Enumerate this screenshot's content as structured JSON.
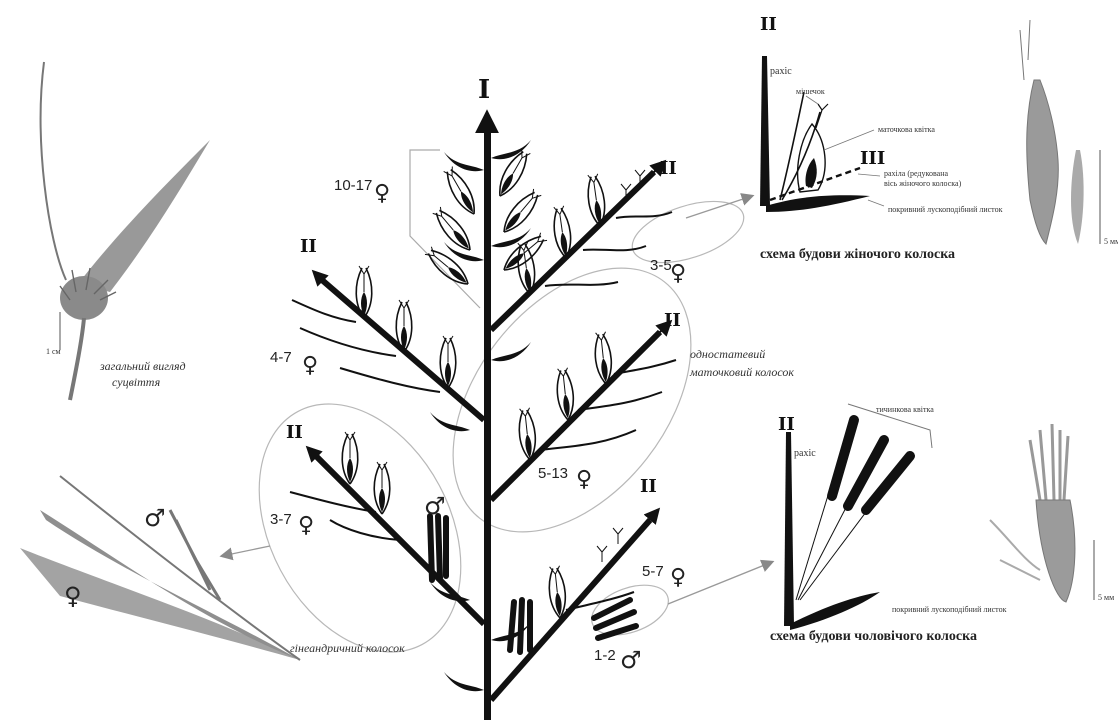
{
  "labels": {
    "axis_main": "I",
    "axis_secondary": "II",
    "axis_tertiary": "III"
  },
  "counts": {
    "top": "10-17",
    "branch_upper_right": "3-5",
    "branch_left": "4-7",
    "branch_center": "5-13",
    "branch_lower_left": "3-7",
    "branch_lower_right": "5-7",
    "branch_bottom": "1-2"
  },
  "symbols": {
    "female": "♀",
    "male": "♂"
  },
  "annotations": {
    "one_sex_female": [
      "одностатевий",
      "маточковий колосок"
    ],
    "gynandric": "гінеандричний колосок",
    "general_view": [
      "загальний вигляд",
      "суцвіття"
    ]
  },
  "female_scheme": {
    "rachis": "рахіс",
    "ovary_sac": "мішечок",
    "pistil_flower": "маточкова квітка",
    "rachilla": [
      "рахіла (редукована",
      "вісь жіночого колоска)"
    ],
    "bract": "покривний лускоподібний листок",
    "caption": "схема будови жіночого колоска"
  },
  "male_scheme": {
    "rachis": "рахіс",
    "stamen_flower": "тичинкова квітка",
    "bract": "покривний лускоподібний листок",
    "caption": "схема будови чоловічого колоска"
  },
  "colors": {
    "ink": "#111111",
    "ellipse": "#b8b8b8",
    "arrow": "#888888",
    "photo": "#8a8a8a"
  }
}
